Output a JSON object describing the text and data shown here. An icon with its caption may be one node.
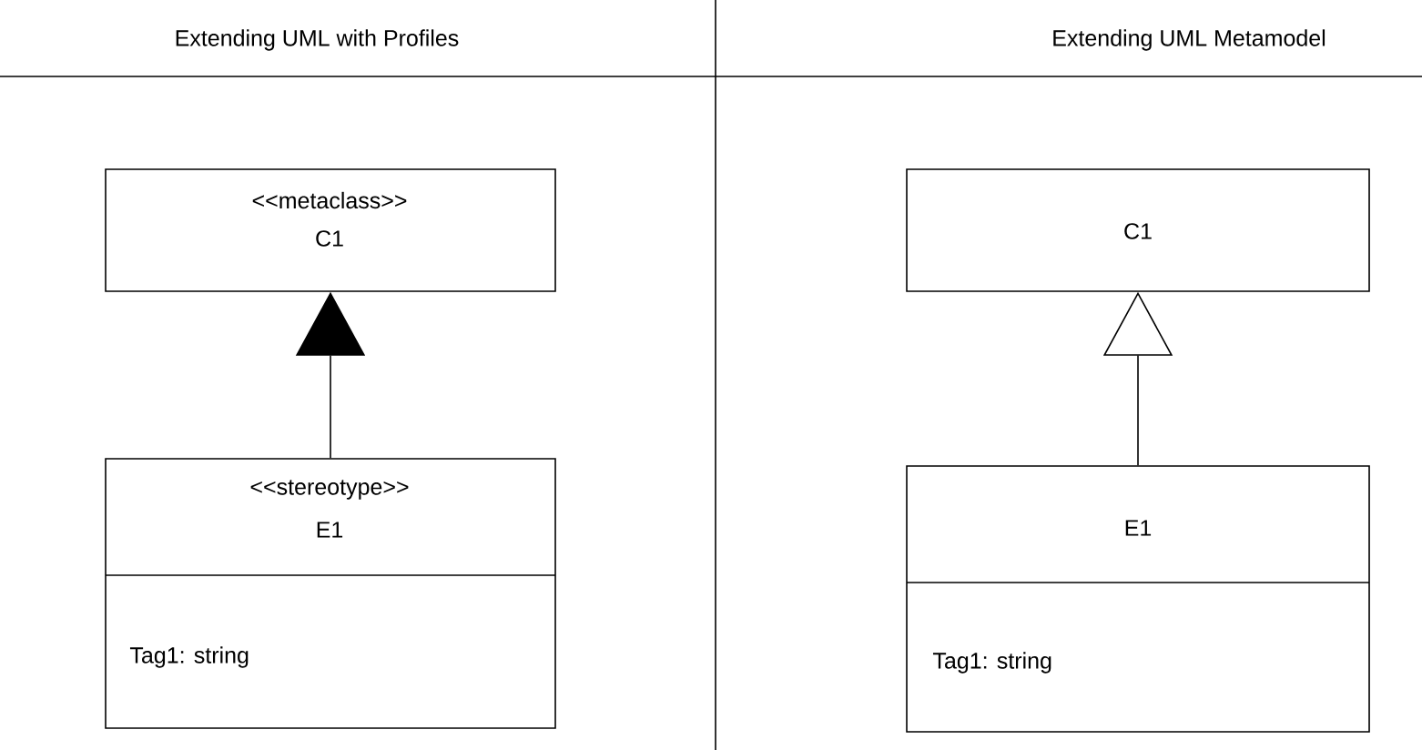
{
  "diagram": {
    "nodes": [
      {
        "text": [
          "<<metaclass>>",
          "C1"
        ]
      },
      {
        "text": [
          "<<stereotype>>",
          "E1",
          "Tag1: string"
        ]
      },
      {
        "text": [
          "C1"
        ]
      },
      {
        "text": [
          "E1",
          "Tag1: string"
        ]
      }
    ],
    "edges": [
      {
        "from": 1,
        "to": 0,
        "arrow": "to"
      },
      {
        "from": 3,
        "to": 2,
        "arrow": "to"
      }
    ],
    "labels": [
      "Extending UML with Profiles",
      "Extending UML Metamodel"
    ]
  }
}
